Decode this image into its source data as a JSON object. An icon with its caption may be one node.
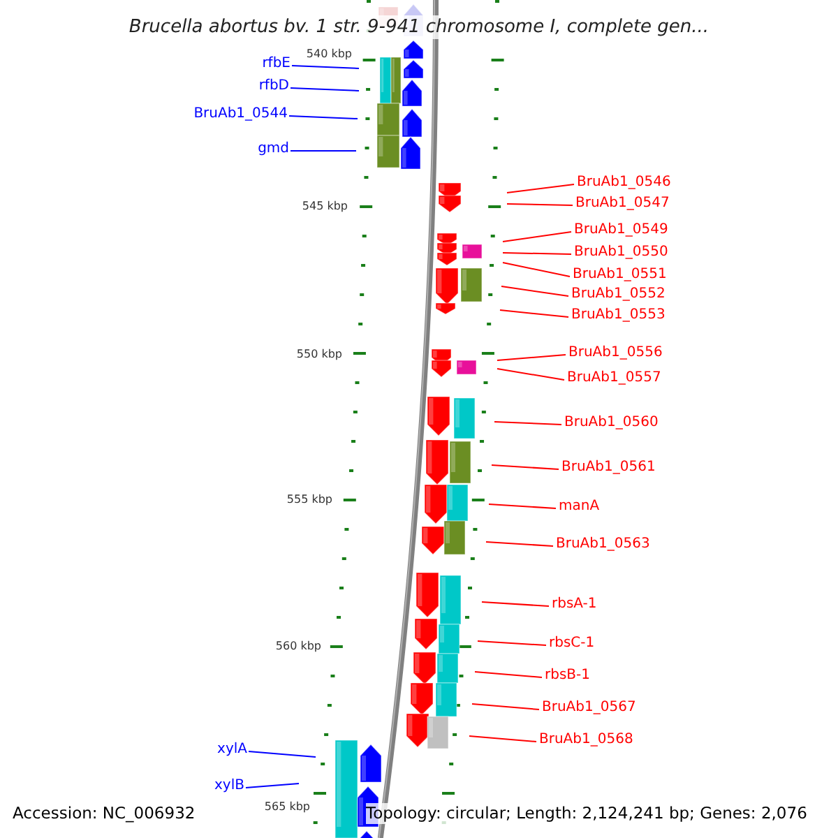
{
  "diagram": {
    "title": "Brucella abortus bv. 1 str. 9-941 chromosome I, complete gen...",
    "nodes": [
      {
        "text": [
          "rfbE"
        ]
      },
      {
        "text": [
          "rfbD"
        ]
      },
      {
        "text": [
          "BruAb1_0544"
        ]
      },
      {
        "text": [
          "gmd"
        ]
      },
      {
        "text": [
          "BruAb1_0546"
        ]
      },
      {
        "text": [
          "BruAb1_0547"
        ]
      },
      {
        "text": [
          "BruAb1_0549"
        ]
      },
      {
        "text": [
          "BruAb1_0550"
        ]
      },
      {
        "text": [
          "BruAb1_0551"
        ]
      },
      {
        "text": [
          "BruAb1_0552"
        ]
      },
      {
        "text": [
          "BruAb1_0553"
        ]
      },
      {
        "text": [
          "BruAb1_0556"
        ]
      },
      {
        "text": [
          "BruAb1_0557"
        ]
      },
      {
        "text": [
          "BruAb1_0560"
        ]
      },
      {
        "text": [
          "BruAb1_0561"
        ]
      },
      {
        "text": [
          "manA"
        ]
      },
      {
        "text": [
          "BruAb1_0563"
        ]
      },
      {
        "text": [
          "rbsA-1"
        ]
      },
      {
        "text": [
          "rbsC-1"
        ]
      },
      {
        "text": [
          "rbsB-1"
        ]
      },
      {
        "text": [
          "BruAb1_0567"
        ]
      },
      {
        "text": [
          "BruAb1_0568"
        ]
      },
      {
        "text": [
          "xylA"
        ]
      },
      {
        "text": [
          "xylB"
        ]
      }
    ],
    "edges": [
      {
        "from": 0,
        "to": null,
        "arrow": "none",
        "color": "#0000ff"
      },
      {
        "from": 1,
        "to": null,
        "arrow": "none",
        "color": "#0000ff"
      },
      {
        "from": 2,
        "to": null,
        "arrow": "none",
        "color": "#0000ff"
      },
      {
        "from": 3,
        "to": null,
        "arrow": "none",
        "color": "#0000ff"
      },
      {
        "from": 4,
        "to": null,
        "arrow": "none"
      },
      {
        "from": 5,
        "to": null,
        "arrow": "none"
      },
      {
        "from": 6,
        "to": null,
        "arrow": "none"
      },
      {
        "from": 7,
        "to": null,
        "arrow": "none"
      },
      {
        "from": 8,
        "to": null,
        "arrow": "none"
      },
      {
        "from": 9,
        "to": null,
        "arrow": "none"
      },
      {
        "from": 10,
        "to": null,
        "arrow": "none"
      },
      {
        "from": 11,
        "to": null,
        "arrow": "none"
      },
      {
        "from": 12,
        "to": null,
        "arrow": "none"
      },
      {
        "from": 13,
        "to": null,
        "arrow": "none"
      },
      {
        "from": 14,
        "to": null,
        "arrow": "none"
      },
      {
        "from": 15,
        "to": null,
        "arrow": "none"
      },
      {
        "from": 16,
        "to": null,
        "arrow": "none"
      },
      {
        "from": 17,
        "to": null,
        "arrow": "none"
      },
      {
        "from": 18,
        "to": null,
        "arrow": "none"
      },
      {
        "from": 19,
        "to": null,
        "arrow": "none"
      },
      {
        "from": 20,
        "to": null,
        "arrow": "none"
      },
      {
        "from": 21,
        "to": null,
        "arrow": "none"
      },
      {
        "from": 22,
        "to": null,
        "arrow": "none",
        "color": "#0000ff"
      },
      {
        "from": 23,
        "to": null,
        "arrow": "none",
        "color": "#0000ff"
      }
    ],
    "labels": [
      "540 kbp",
      "545 kbp",
      "550 kbp",
      "555 kbp",
      "560 kbp",
      "565 kbp",
      "Accession: NC_006932",
      "Topology: circular; Length: 2,124,241 bp; Genes: 2,076"
    ]
  }
}
